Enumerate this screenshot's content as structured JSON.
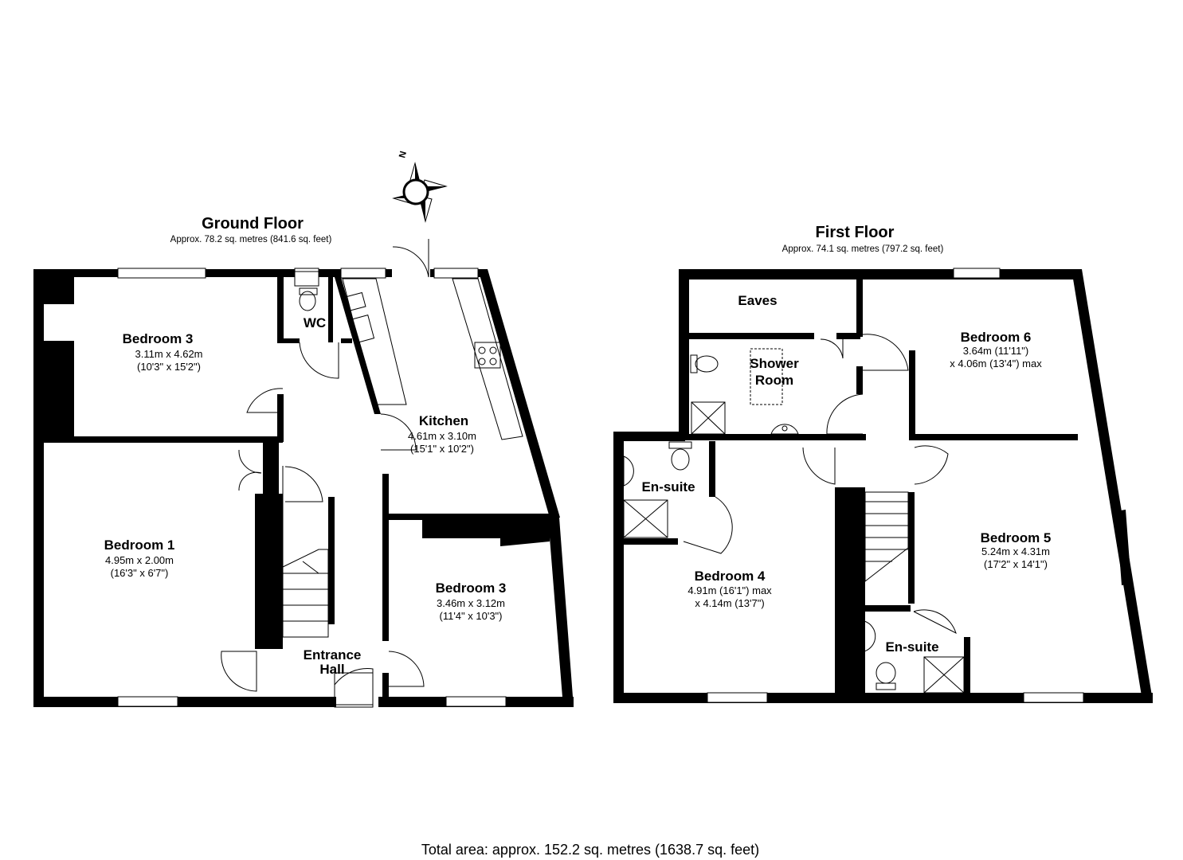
{
  "ground_floor": {
    "title": "Ground Floor",
    "area": "Approx. 78.2 sq. metres (841.6 sq. feet)",
    "rooms": [
      {
        "name": "Bedroom 3",
        "dim1": "3.11m x 4.62m",
        "dim2": "(10'3\" x 15'2\")"
      },
      {
        "name": "WC"
      },
      {
        "name": "Kitchen",
        "dim1": "4.61m x 3.10m",
        "dim2": "(15'1\" x 10'2\")"
      },
      {
        "name": "Bedroom 1",
        "dim1": "4.95m x 2.00m",
        "dim2": "(16'3\" x 6'7\")"
      },
      {
        "name": "Bedroom 3",
        "dim1": "3.46m x 3.12m",
        "dim2": "(11'4\" x 10'3\")"
      },
      {
        "name": "Entrance",
        "name2": "Hall"
      }
    ]
  },
  "first_floor": {
    "title": "First Floor",
    "area": "Approx. 74.1 sq. metres (797.2 sq. feet)",
    "rooms": [
      {
        "name": "Eaves"
      },
      {
        "name": "Shower",
        "name2": "Room"
      },
      {
        "name": "Bedroom 6",
        "dim1": "3.64m (11'11\")",
        "dim2": "x 4.06m (13'4\") max"
      },
      {
        "name": "En-suite"
      },
      {
        "name": "Bedroom 4",
        "dim1": "4.91m (16'1\") max",
        "dim2": "x 4.14m (13'7\")"
      },
      {
        "name": "Bedroom 5",
        "dim1": "5.24m x 4.31m",
        "dim2": "(17'2\" x 14'1\")"
      },
      {
        "name": "En-suite"
      }
    ]
  },
  "compass": {
    "label": "N",
    "icon": "compass-icon"
  },
  "total_area": "Total area: approx. 152.2 sq. metres (1638.7 sq. feet)"
}
